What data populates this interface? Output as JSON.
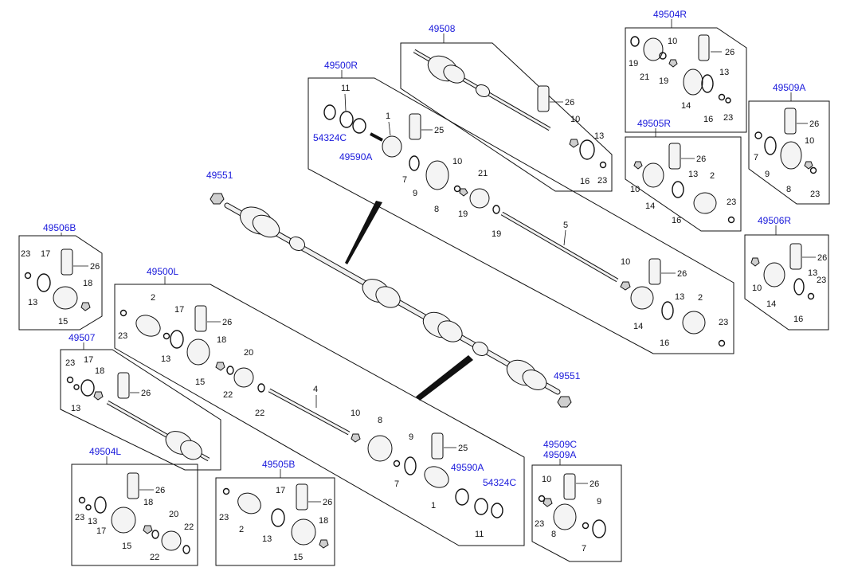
{
  "refs": {
    "r49508": "49508",
    "r49504R": "49504R",
    "r49500R": "49500R",
    "r49509A_top": "49509A",
    "r49505R": "49505R",
    "r49551_top": "49551",
    "r54324C_top": "54324C",
    "r49590A_top": "49590A",
    "r49506B": "49506B",
    "r49506R": "49506R",
    "r49500L": "49500L",
    "r49507": "49507",
    "r49551_bottom": "49551",
    "r49504L": "49504L",
    "r49505B": "49505B",
    "r49590A_bottom": "49590A",
    "r54324C_bottom": "54324C",
    "r49509C": "49509C",
    "r49509A_bottom": "49509A"
  },
  "parts": {
    "p1": "1",
    "p2": "2",
    "p4": "4",
    "p5": "5",
    "p7": "7",
    "p8": "8",
    "p9": "9",
    "p10": "10",
    "p11": "11",
    "p13": "13",
    "p14": "14",
    "p15": "15",
    "p16": "16",
    "p17": "17",
    "p18": "18",
    "p19": "19",
    "p20": "20",
    "p21": "21",
    "p22": "22",
    "p23": "23",
    "p25": "25",
    "p26": "26"
  }
}
